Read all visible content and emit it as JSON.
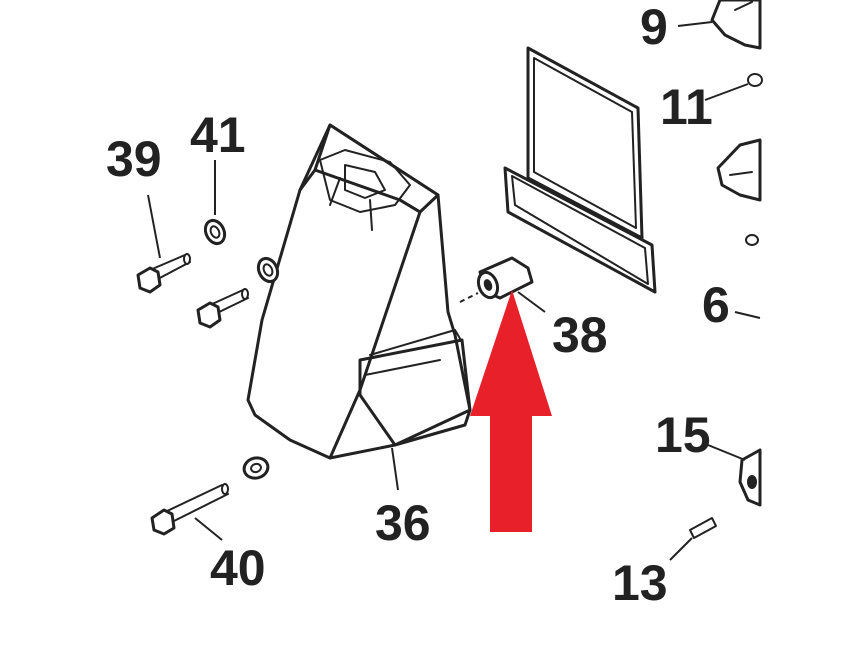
{
  "labels": {
    "p9": "9",
    "p11": "11",
    "p39": "39",
    "p41": "41",
    "p6": "6",
    "p38": "38",
    "p15": "15",
    "p36": "36",
    "p40": "40",
    "p13": "13"
  },
  "colors": {
    "arrow": "#e8202a",
    "ink": "#222222",
    "background": "#ffffff"
  },
  "icons": {
    "highlight": "up-arrow-icon"
  }
}
